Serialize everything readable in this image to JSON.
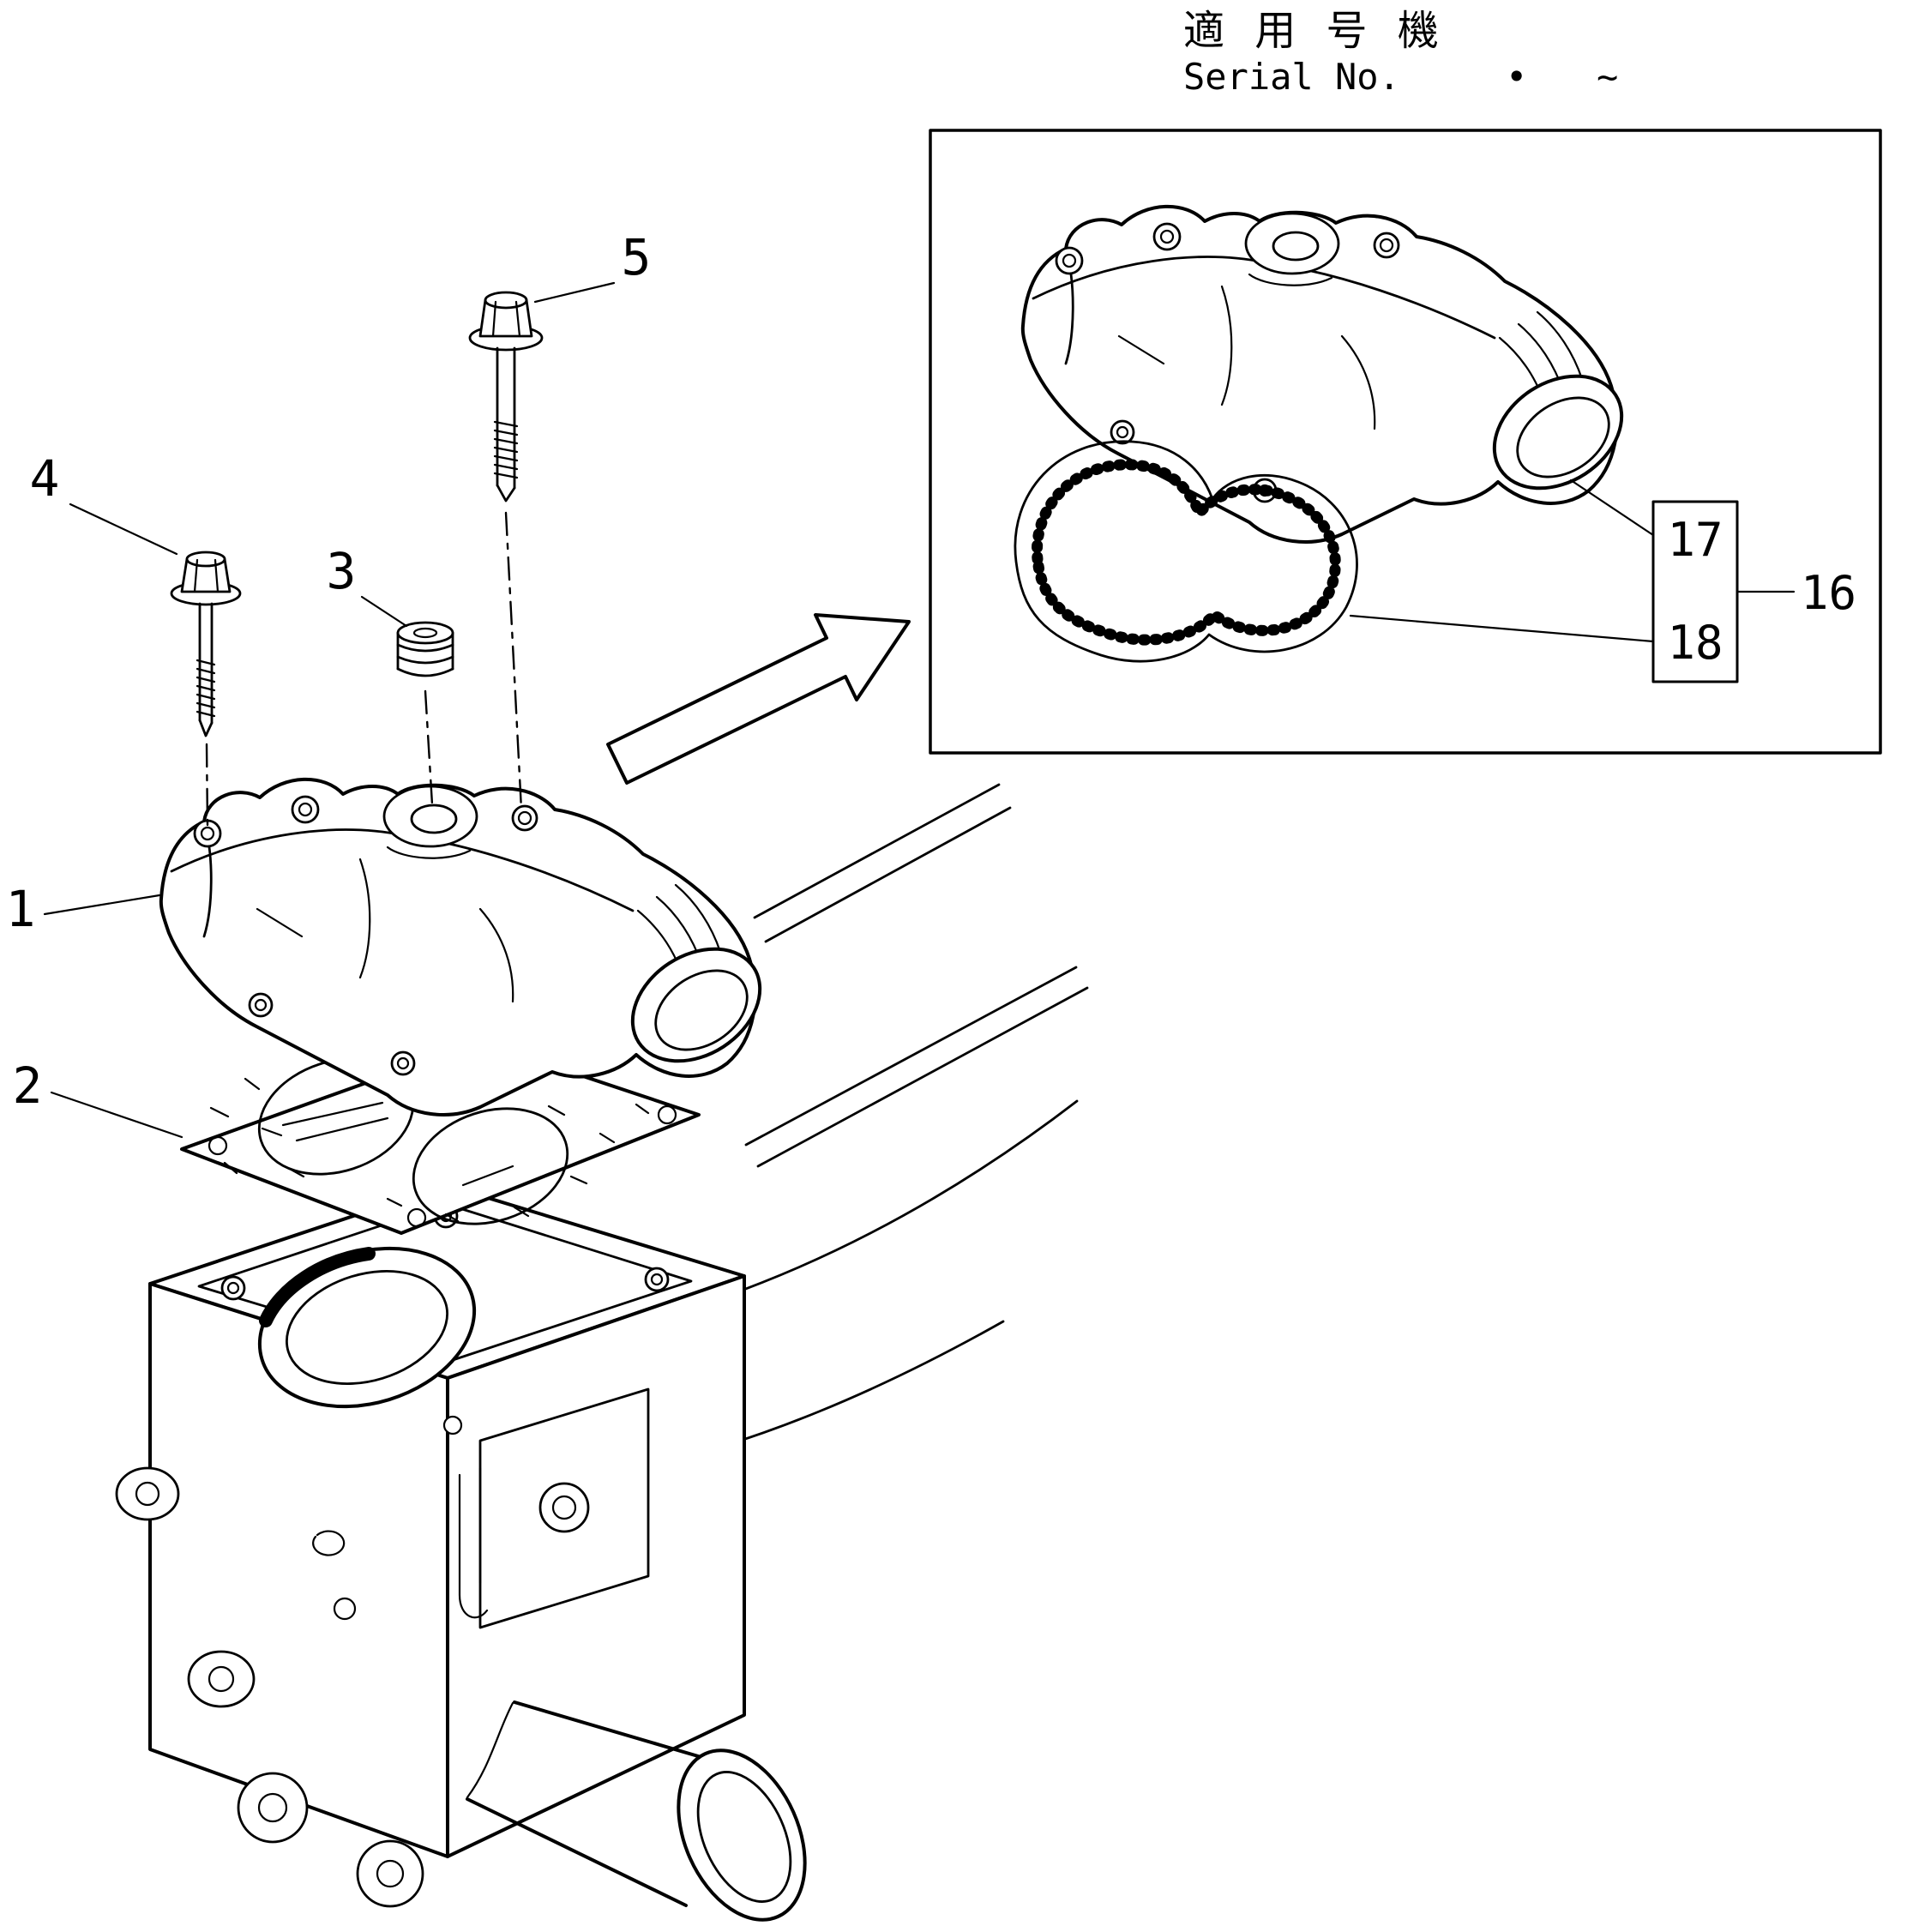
{
  "page": {
    "background": "#ffffff",
    "ink": "#000000"
  },
  "header": {
    "applicable_kanji": "適 用 号 機",
    "serial_label": "Serial No.",
    "serial_dot": "•",
    "serial_tilde": "~"
  },
  "callouts": {
    "part1": "1",
    "part2": "2",
    "part3": "3",
    "part4": "4",
    "part5": "5",
    "group16": "16",
    "part17": "17",
    "part18": "18"
  }
}
